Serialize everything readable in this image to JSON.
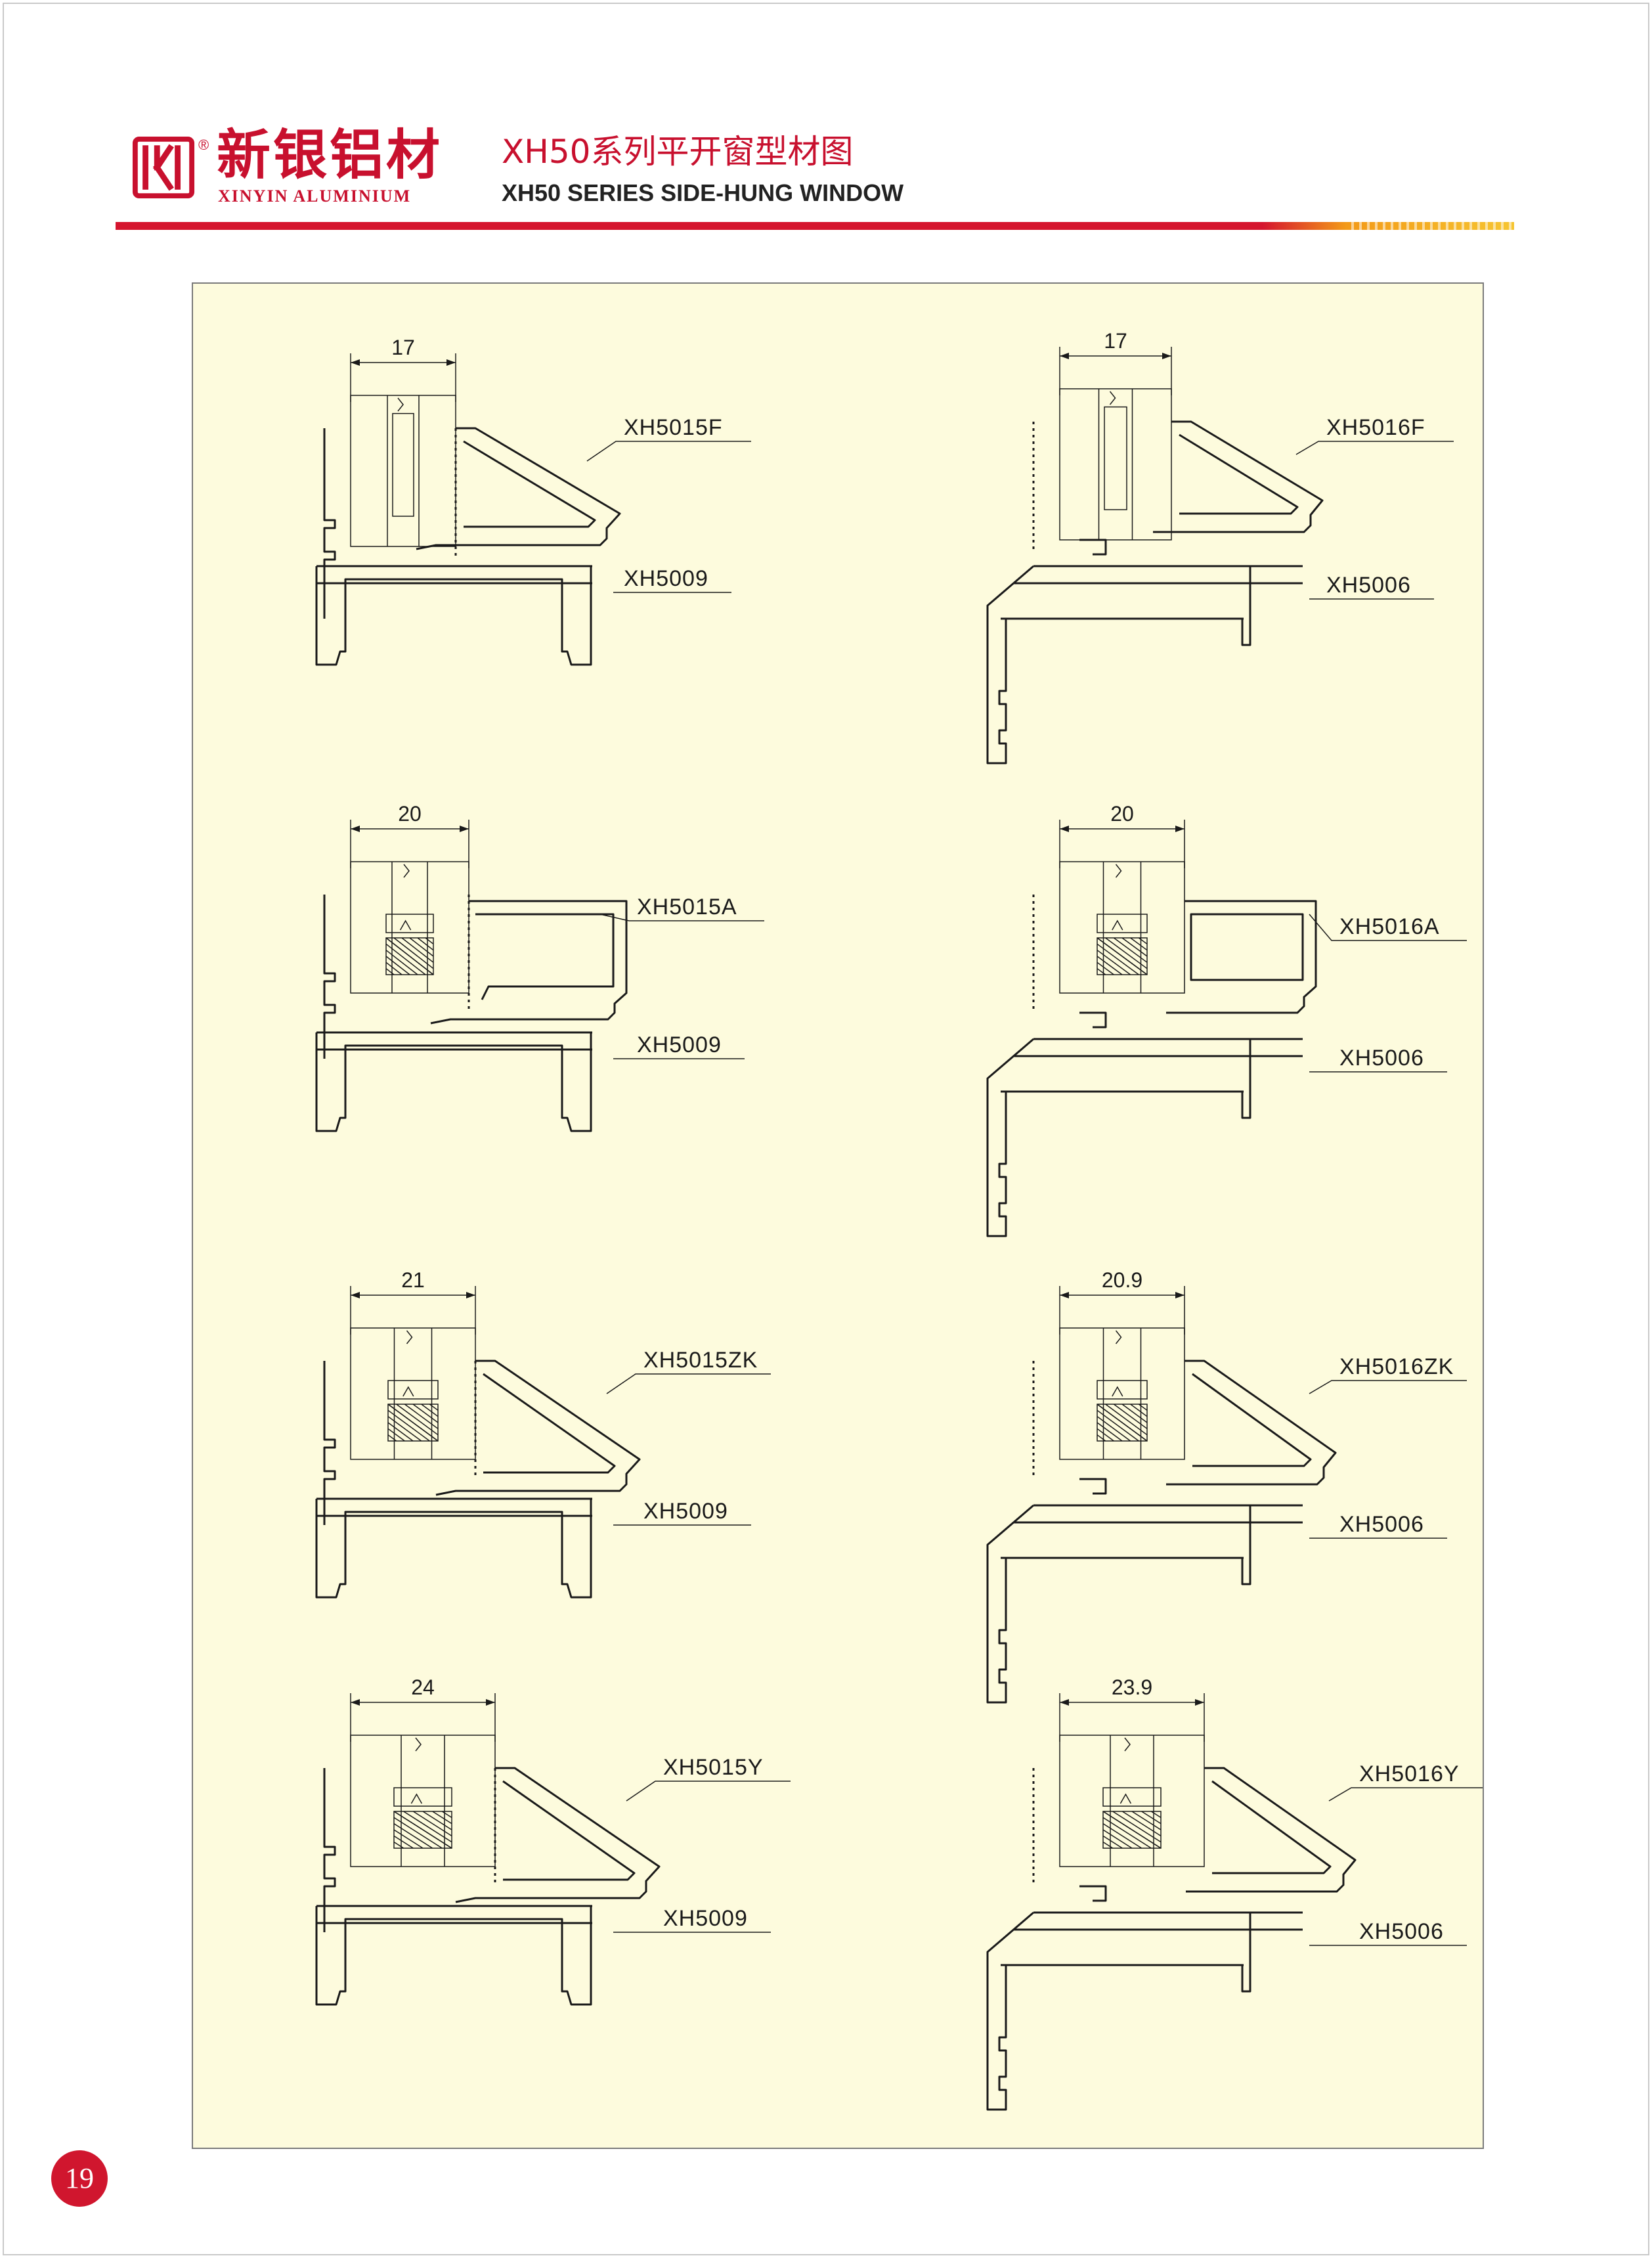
{
  "header": {
    "brand_cn": "新银铝材",
    "brand_en": "XINYIN ALUMINIUM",
    "title_cn": "XH50系列平开窗型材图",
    "title_en": "XH50 SERIES SIDE-HUNG WINDOW"
  },
  "colors": {
    "brand_red": "#c8102e",
    "rule_orange": "#f39a18",
    "rule_yellow": "#f6c531",
    "panel_bg": "#fdfbdd"
  },
  "icons": {
    "logo": "xinyin-logo-icon"
  },
  "profiles_left": [
    {
      "dimension": "17",
      "sash_code": "XH5015F",
      "frame_code": "XH5009"
    },
    {
      "dimension": "20",
      "sash_code": "XH5015A",
      "frame_code": "XH5009"
    },
    {
      "dimension": "21",
      "sash_code": "XH5015ZK",
      "frame_code": "XH5009"
    },
    {
      "dimension": "24",
      "sash_code": "XH5015Y",
      "frame_code": "XH5009"
    }
  ],
  "profiles_right": [
    {
      "dimension": "17",
      "sash_code": "XH5016F",
      "frame_code": "XH5006"
    },
    {
      "dimension": "20",
      "sash_code": "XH5016A",
      "frame_code": "XH5006"
    },
    {
      "dimension": "20.9",
      "sash_code": "XH5016ZK",
      "frame_code": "XH5006"
    },
    {
      "dimension": "23.9",
      "sash_code": "XH5016Y",
      "frame_code": "XH5006"
    }
  ],
  "page_number": "19"
}
